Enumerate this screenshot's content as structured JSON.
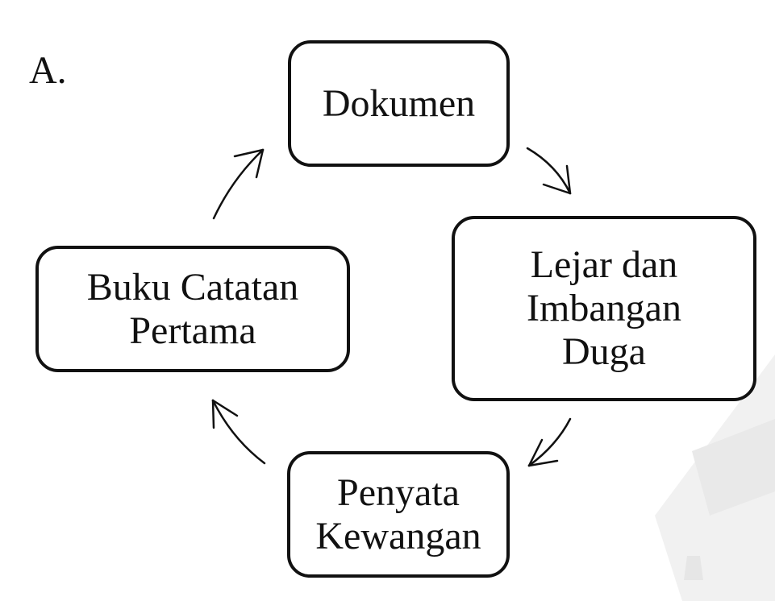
{
  "option_label": "A.",
  "boxes": {
    "top": {
      "lines": [
        "Dokumen"
      ]
    },
    "right": {
      "lines": [
        "Lejar dan",
        "Imbangan",
        "Duga"
      ]
    },
    "bottom": {
      "lines": [
        "Penyata",
        "Kewangan"
      ]
    },
    "left": {
      "lines": [
        "Buku Catatan",
        "Pertama"
      ]
    }
  },
  "flow": [
    "Dokumen",
    "Lejar dan Imbangan Duga",
    "Penyata Kewangan",
    "Buku Catatan Pertama",
    "Dokumen"
  ],
  "colors": {
    "stroke": "#111111",
    "background": "#ffffff",
    "watermark": "#ececec"
  }
}
